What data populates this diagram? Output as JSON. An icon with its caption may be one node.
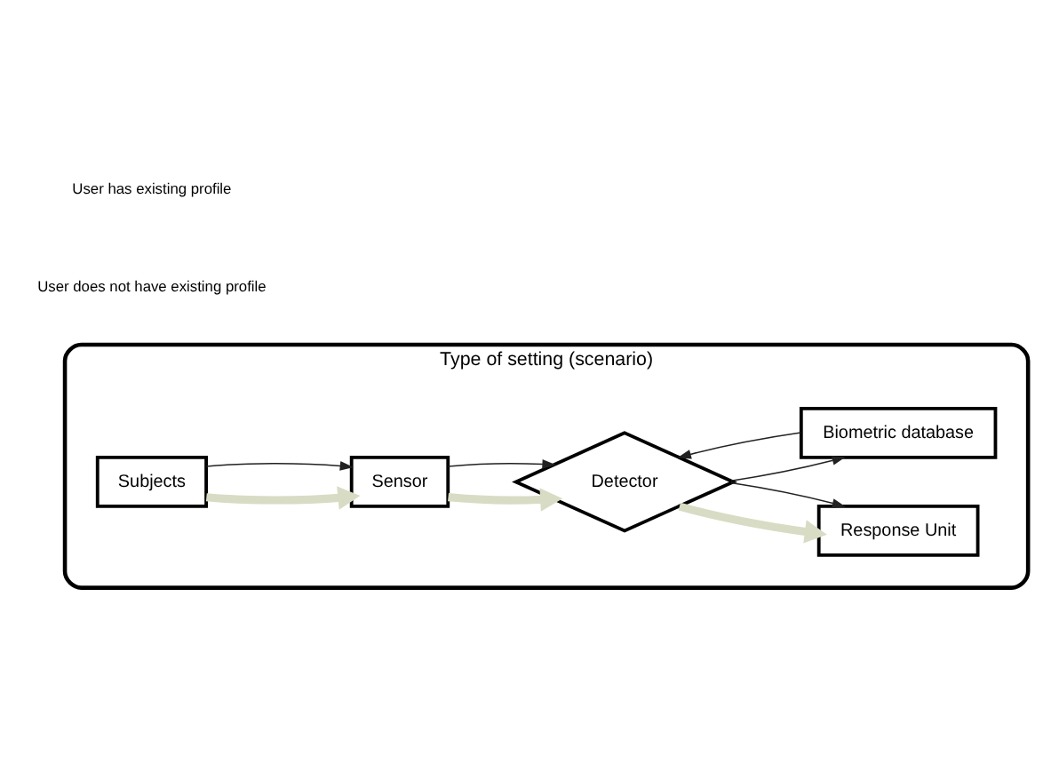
{
  "diagram": {
    "nodes": [
      {
        "text": [
          "Type of setting (scenario)"
        ]
      },
      {
        "text": [
          "Response Unit"
        ],
        "in": 0
      },
      {
        "text": [
          "Sensor"
        ],
        "in": 0
      },
      {
        "text": [
          "Detector"
        ],
        "in": 0
      },
      {
        "text": [
          "Biometric database"
        ],
        "in": 0
      },
      {
        "text": [
          "Subjects"
        ],
        "in": 0
      }
    ],
    "edges": [
      {
        "from": 5,
        "to": 2,
        "arrow": "to",
        "style": "thick",
        "color": "#d8dcc4"
      },
      {
        "from": 5,
        "to": 2,
        "arrow": "to"
      },
      {
        "from": 2,
        "to": 3,
        "arrow": "to",
        "style": "thick",
        "color": "#d8dcc4"
      },
      {
        "from": 2,
        "to": 3,
        "arrow": "to"
      },
      {
        "from": 3,
        "to": 1,
        "arrow": "to",
        "style": "thick",
        "color": "#d8dcc4"
      },
      {
        "from": 3,
        "to": 1,
        "arrow": "to"
      },
      {
        "from": 4,
        "to": 3,
        "arrow": "to"
      },
      {
        "from": 3,
        "to": 4,
        "arrow": "to"
      }
    ],
    "legend": [
      {
        "text": "User has existing profile"
      },
      {
        "text": "User does not have existing profile"
      }
    ]
  }
}
